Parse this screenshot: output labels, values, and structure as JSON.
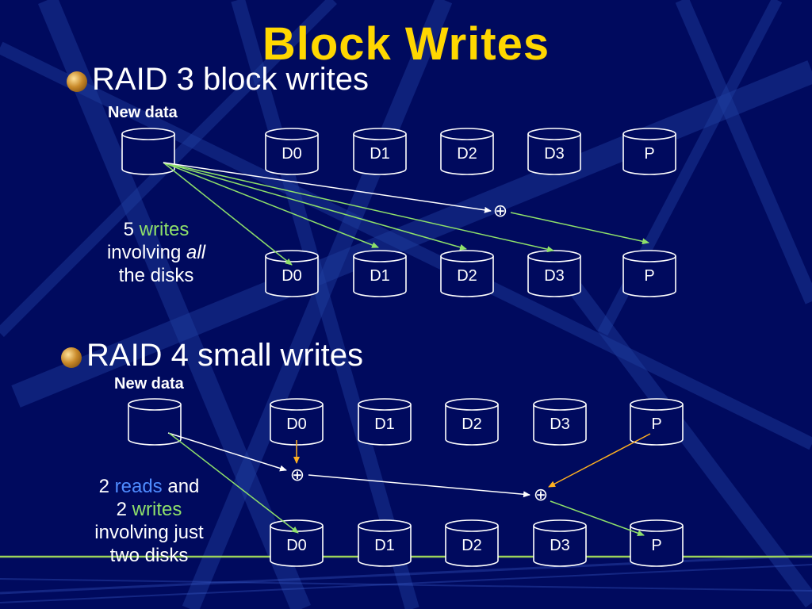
{
  "title": "Block Writes",
  "section1": {
    "heading": "RAID 3 block writes",
    "new_data_label": "New data",
    "top_disks": [
      "D0",
      "D1",
      "D2",
      "D3",
      "P"
    ],
    "bottom_disks": [
      "D0",
      "D1",
      "D2",
      "D3",
      "P"
    ],
    "xor_symbol": "⊕",
    "note": {
      "count": "5",
      "writes": "writes",
      "line2_prefix": "involving",
      "line2_em": "all",
      "line3": "the disks"
    }
  },
  "section2": {
    "heading": "RAID 4 small writes",
    "new_data_label": "New data",
    "top_disks": [
      "D0",
      "D1",
      "D2",
      "D3",
      "P"
    ],
    "bottom_disks": [
      "D0",
      "D1",
      "D2",
      "D3",
      "P"
    ],
    "xor_symbol": "⊕",
    "note": {
      "count1": "2",
      "reads": "reads",
      "and": "and",
      "count2": "2",
      "writes": "writes",
      "line3": "involving just",
      "line4": "two disks"
    }
  },
  "colors": {
    "background": "#000a5e",
    "title": "#ffd700",
    "writes": "#8ee06a",
    "reads": "#4f8cff",
    "arrow_green": "#8ee06a",
    "arrow_white": "#ffffff",
    "arrow_orange": "#ffb020",
    "floor_line": "#9bd35a"
  }
}
